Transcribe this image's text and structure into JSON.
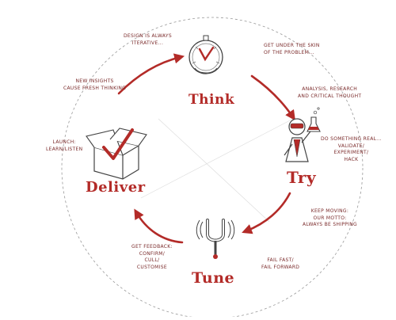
{
  "colors": {
    "accent": "#b32b28",
    "ink": "#7a2a2a",
    "sketch": "#444444"
  },
  "stages": {
    "think": "Think",
    "try": "Try",
    "tune": "Tune",
    "deliver": "Deliver"
  },
  "notes": {
    "design_iterative": "DESIGN IS ALWAYS\nITERATIVE...",
    "skin_of_problem": "GET UNDER THE SKIN\nOF THE PROBLEM...",
    "analysis": "ANALYSIS, RESEARCH\nAND CRITICAL THOUGHT",
    "do_something_real": "DO SOMETHING REAL...\nVALIDATE/\nEXPERIMENT/\nHACK",
    "keep_moving": "KEEP MOVING:\nOUR MOTTO:\nALWAYS BE SHIPPING",
    "fail_fast": "FAIL FAST/\nFAIL FORWARD",
    "get_feedback": "GET FEEDBACK:\nCONFIRM/\nCULL/\nCUSTOMISE",
    "launch": "LAUNCH:\nLEARN/LISTEN",
    "new_insights": "NEW INSIGHTS\nCAUSE FRESH THINKING"
  },
  "icons": {
    "think": "stopwatch-icon",
    "try": "scientist-flask-icon",
    "tune": "tuning-fork-icon",
    "deliver": "box-checkmark-icon"
  }
}
